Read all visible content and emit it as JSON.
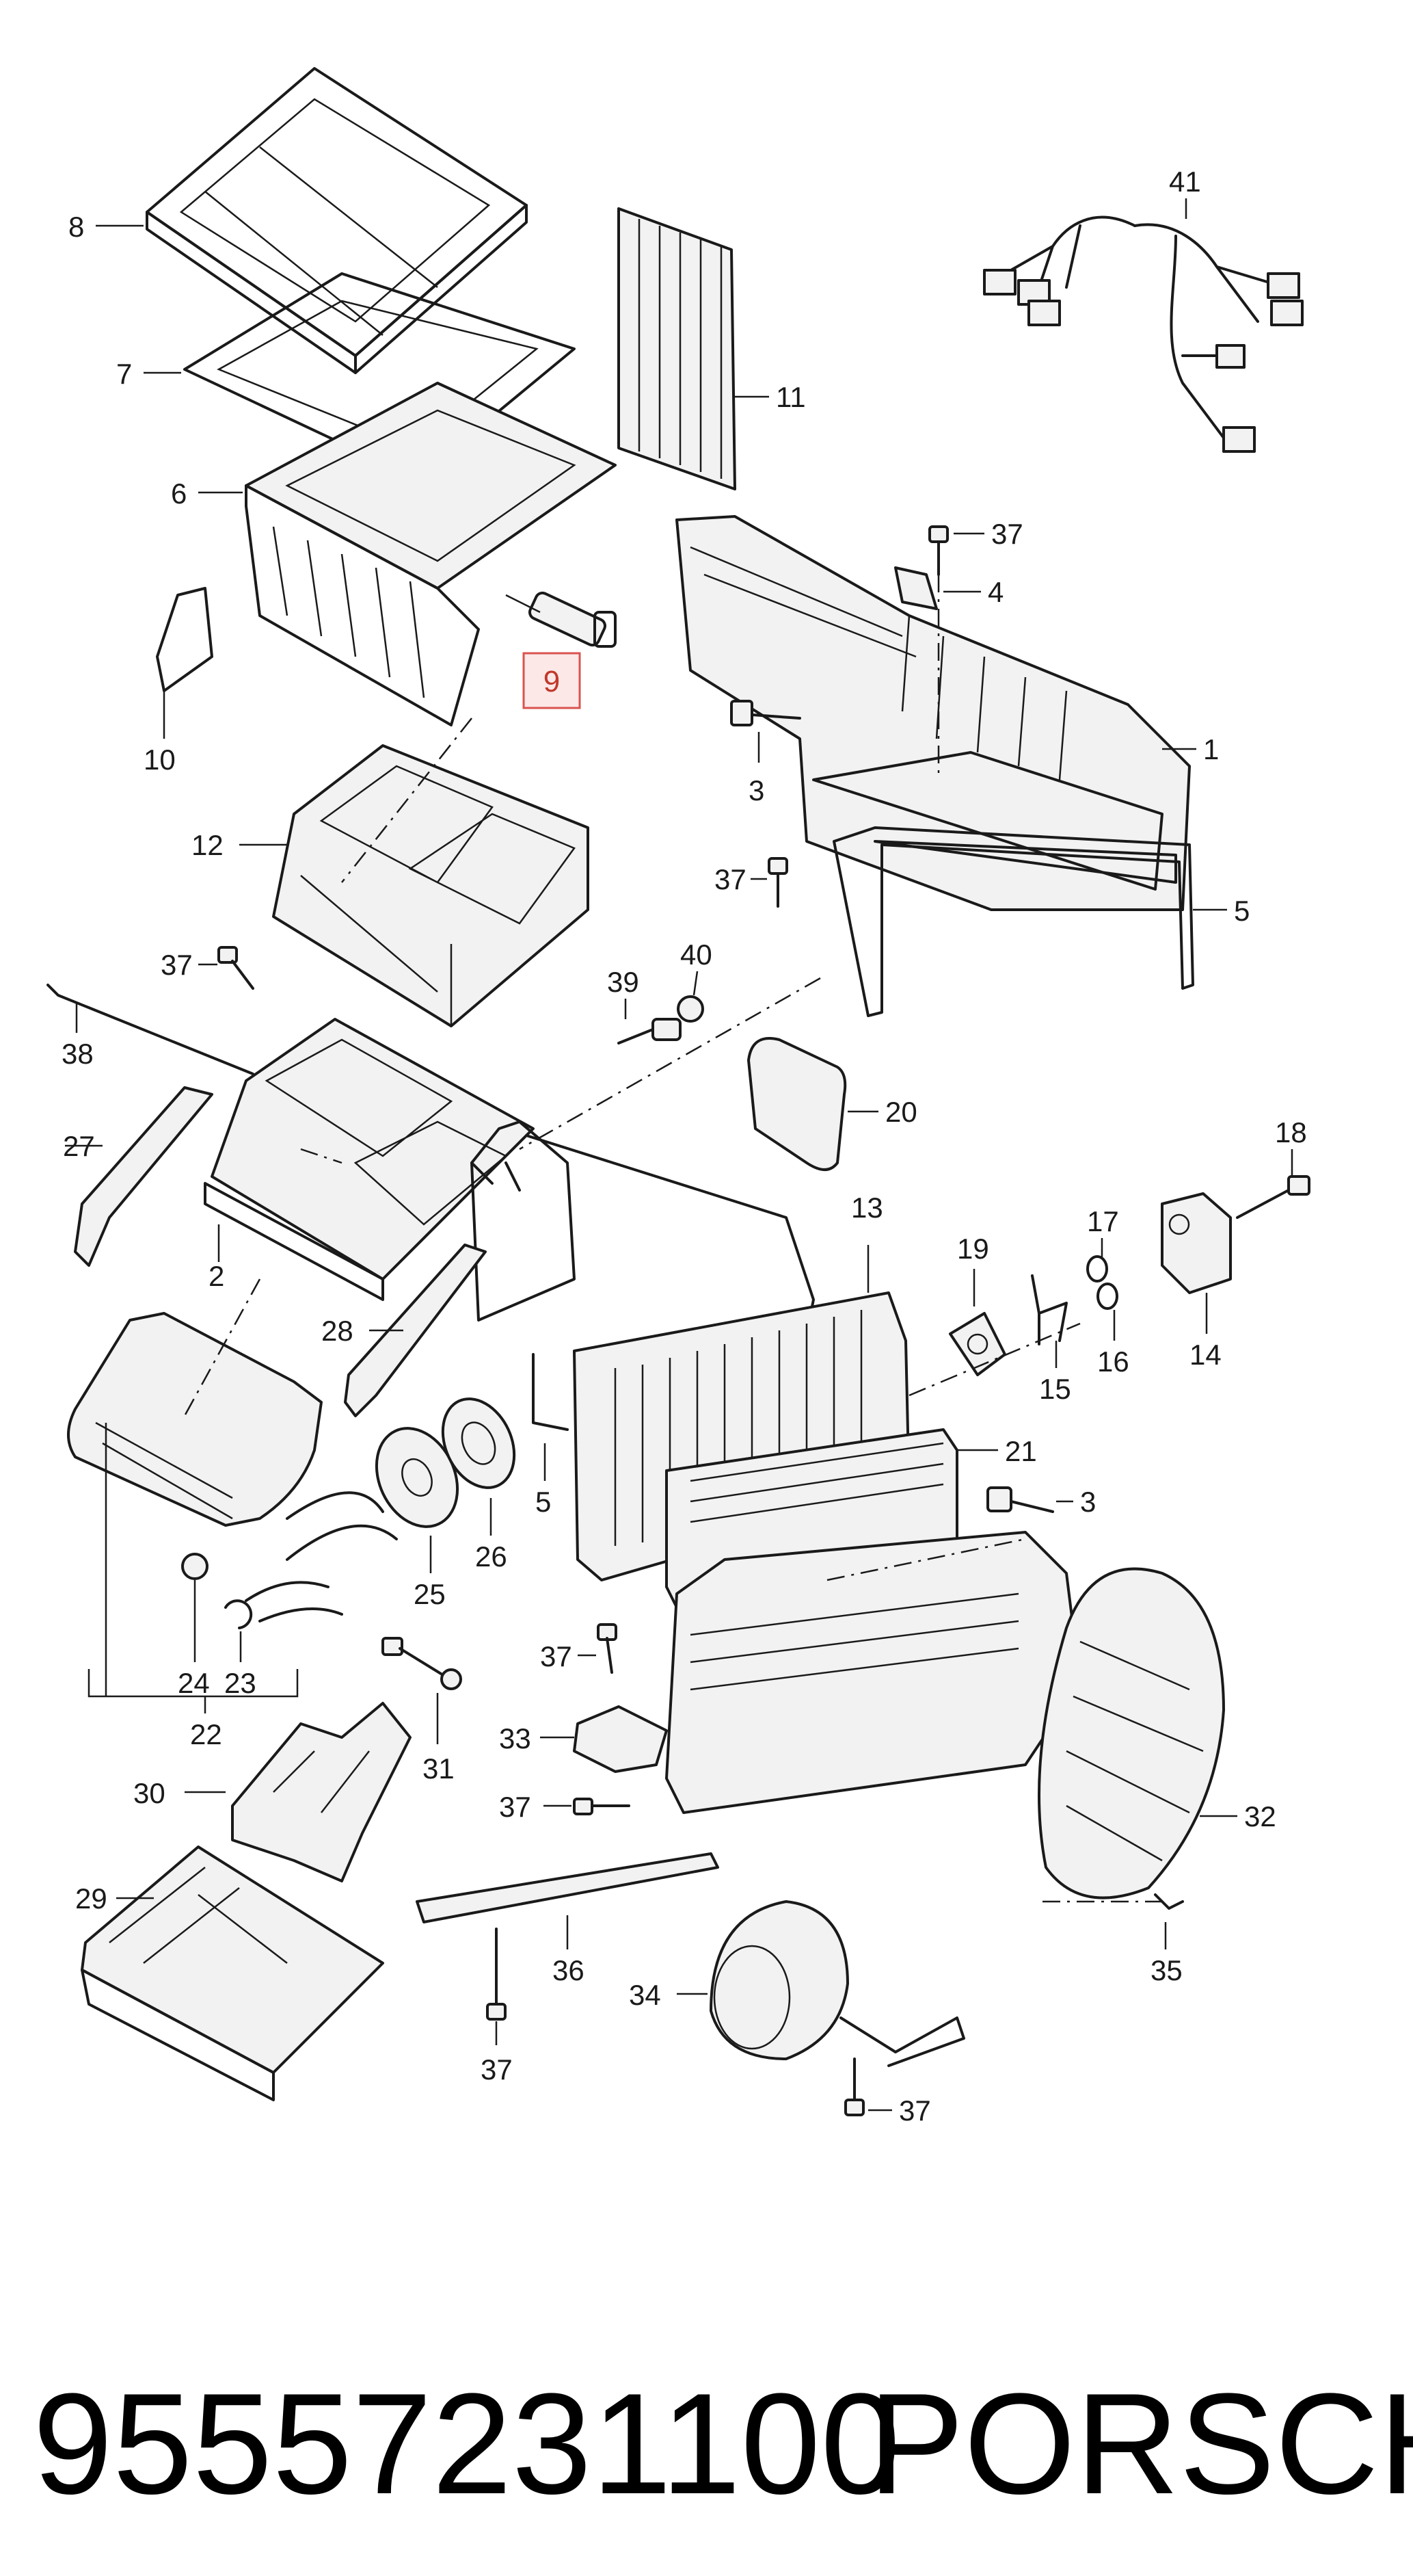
{
  "callouts": {
    "c1": "1",
    "c2": "2",
    "c3a": "3",
    "c3b": "3",
    "c4": "4",
    "c5a": "5",
    "c5b": "5",
    "c6": "6",
    "c7": "7",
    "c8": "8",
    "c9": "9",
    "c10": "10",
    "c11": "11",
    "c12": "12",
    "c13": "13",
    "c14": "14",
    "c15": "15",
    "c16": "16",
    "c17": "17",
    "c18": "18",
    "c19": "19",
    "c20": "20",
    "c21": "21",
    "c22": "22",
    "c23": "23",
    "c24": "24",
    "c25": "25",
    "c26": "26",
    "c27": "27",
    "c28": "28",
    "c29": "29",
    "c30": "30",
    "c31": "31",
    "c32": "32",
    "c33": "33",
    "c34": "34",
    "c35": "35",
    "c36": "36",
    "c37a": "37",
    "c37b": "37",
    "c37c": "37",
    "c37d": "37",
    "c37e": "37",
    "c37f": "37",
    "c37g": "37",
    "c38": "38",
    "c39": "39",
    "c40": "40",
    "c41": "41"
  },
  "highlight": {
    "label": "9",
    "color": "#d9534f"
  },
  "footer": {
    "part_number": "95557231100",
    "brand": "PORSCHE"
  }
}
